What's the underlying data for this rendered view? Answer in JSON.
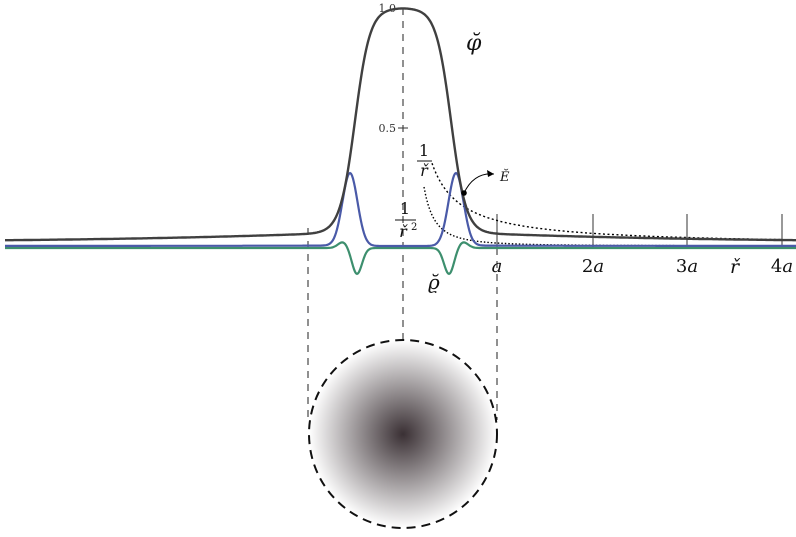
{
  "labels": {
    "phi": "φ̆",
    "field": "Ĕ",
    "density": "ϱ̆",
    "radius": "ř",
    "inv_r_num": "1",
    "inv_r_den": "ř",
    "inv_r2_num": "1",
    "inv_r2_den": "ř",
    "inv_r2_exp": "2",
    "tick_one": "1.0",
    "tick_half": "0.5",
    "x_ticks": [
      {
        "prefix": "",
        "var": "a"
      },
      {
        "prefix": "2",
        "var": "a"
      },
      {
        "prefix": "3",
        "var": "a"
      },
      {
        "prefix": "4",
        "var": "a"
      }
    ]
  },
  "colors": {
    "potential": "#404040",
    "field": "#4a5aa8",
    "density": "#3d8f6e",
    "reference": "#000000",
    "sphere_center": "#3a3034",
    "sphere_edge": "#ffffff"
  }
}
